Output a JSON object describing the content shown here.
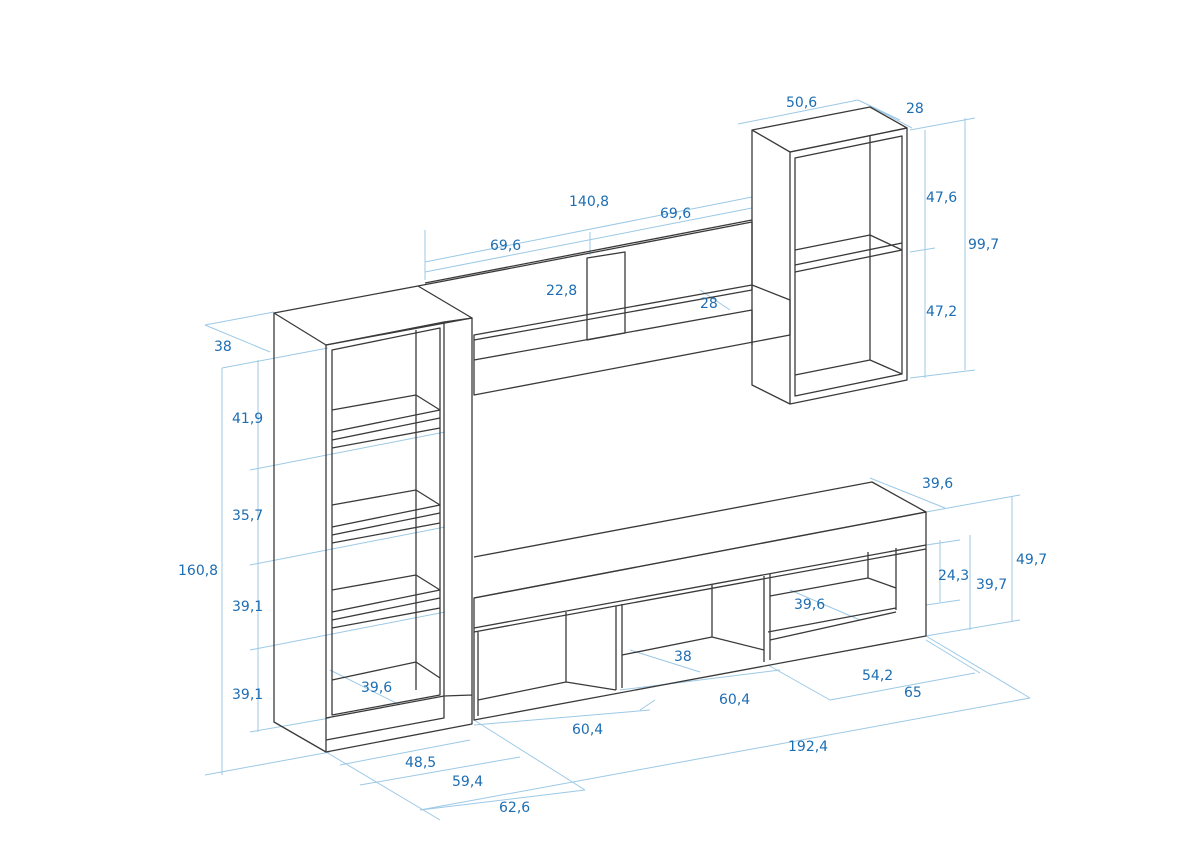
{
  "title": "Wall unit dimensions drawing",
  "colors": {
    "lines": "#3a3a3a",
    "dimension_lines": "#9cc9e6",
    "dimension_text": "#1d6db2"
  },
  "dimensions": {
    "wall_box_width": "50,6",
    "wall_box_depth": "28",
    "bridge_total_width": "140,8",
    "bridge_right_width": "69,6",
    "bridge_left_width": "69,6",
    "wall_box_upper_height": "47,6",
    "wall_box_total_height": "99,7",
    "wall_box_lower_height": "47,2",
    "bridge_back_height": "22,8",
    "bridge_depth": "28",
    "tower_depth": "38",
    "tower_shelf_1": "41,9",
    "tower_shelf_2": "35,7",
    "tower_total_height": "160,8",
    "tower_shelf_3": "39,1",
    "tower_shelf_4": "39,1",
    "tower_inner_depth": "39,6",
    "tv_depth": "39,6",
    "tv_total_height": "49,7",
    "tv_drawer_height": "24,3",
    "tv_body_height": "39,7",
    "tv_drawer_depth": "39,6",
    "tv_inner_depth": "38",
    "tv_drawer_width": "54,2",
    "tv_right_width": "65",
    "tv_mid_width": "60,4",
    "tv_left_width": "60,4",
    "total_width": "192,4",
    "tower_inner_width": "48,5",
    "tower_width_a": "59,4",
    "tower_width_b": "62,6"
  }
}
